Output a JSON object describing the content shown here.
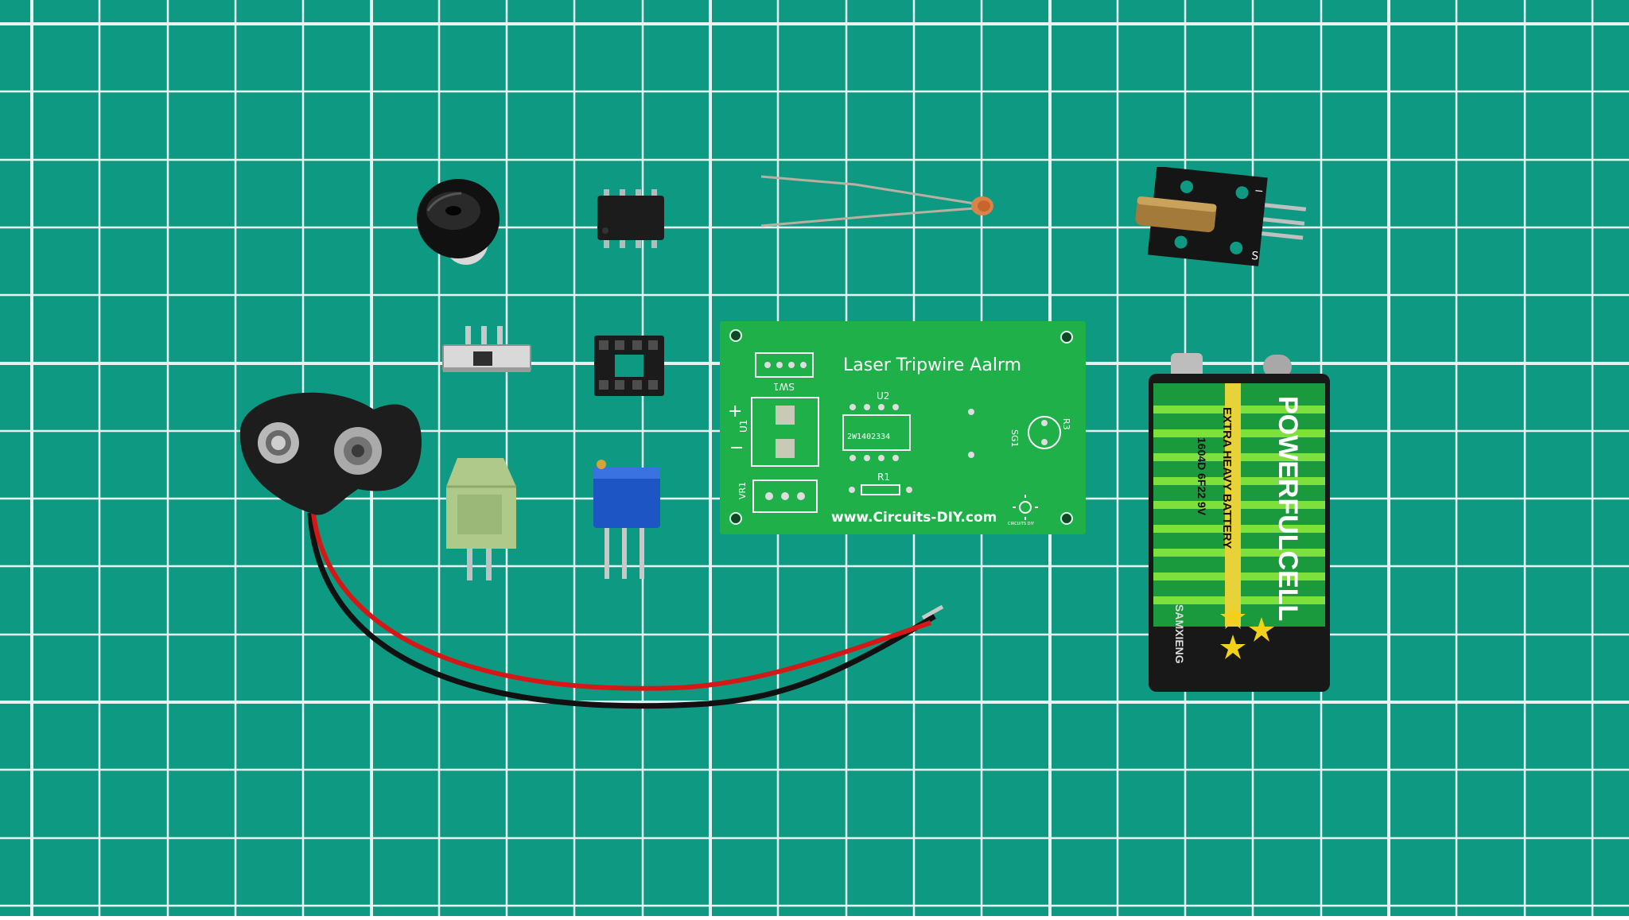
{
  "scene": {
    "mat_color": "#0e9a82",
    "grid_color": "#e6f3ef"
  },
  "pcb": {
    "title": "Laser Tripwire Aalrm",
    "website": "www.Circuits-DIY.com",
    "logo_text": "CIRCUITS DIY",
    "labels": {
      "sw": "SW1",
      "u1": "U1",
      "plus": "+",
      "minus": "−",
      "u2": "U2",
      "chip": "2W1402334",
      "r1": "R1",
      "r3": "R3",
      "sg1": "SG1",
      "vr1": "VR1"
    },
    "board_color": "#1fb04a"
  },
  "battery": {
    "brand": "POWERFULCELL",
    "tagline": "EXTRA HEAVY BATTERY",
    "model": "1604D 6F22 9V",
    "maker": "SAMXIENG",
    "colors": {
      "body": "#1a9a3c",
      "stripe": "#7ee03b",
      "band": "#e8d23a"
    }
  },
  "laser_module": {
    "label_s": "S",
    "label_minus": "−"
  },
  "icons": [
    "buzzer-icon",
    "ic-chip-icon",
    "photoresistor-icon",
    "laser-module-icon",
    "slide-switch-icon",
    "ic-socket-icon",
    "battery-clip-icon",
    "terminal-block-icon",
    "trimpot-icon",
    "battery-icon"
  ]
}
